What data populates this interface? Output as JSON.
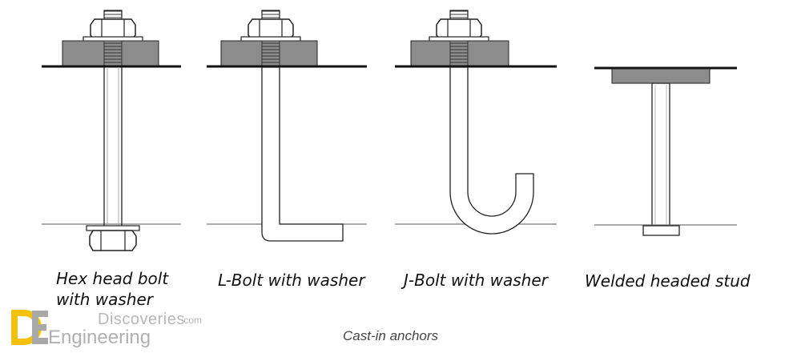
{
  "labels": {
    "hex_line1": "Hex head bolt",
    "hex_line2": "with washer",
    "l_bolt": "L-Bolt with washer",
    "j_bolt": "J-Bolt with washer",
    "welded": "Welded headed stud"
  },
  "caption": "Cast-in anchors",
  "watermark": {
    "top": "Discoveries",
    "domain": ".com",
    "bottom": "Engineering"
  },
  "colors": {
    "plate_fill": "#8c8c8c",
    "logo_yellow": "#f4c20d",
    "logo_gray": "#a8a8a8",
    "line": "#111111"
  }
}
